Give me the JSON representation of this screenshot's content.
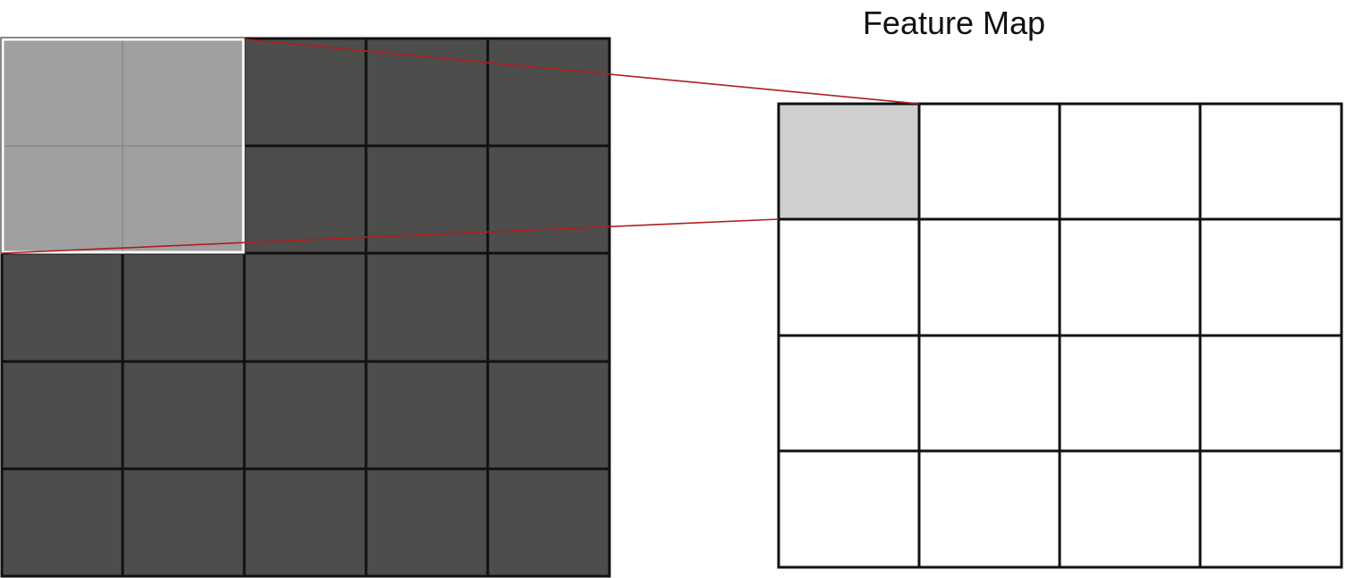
{
  "feature_map": {
    "title": "Feature Map",
    "rows": 4,
    "cols": 4,
    "highlight": {
      "row": 0,
      "col": 0
    }
  },
  "input_grid": {
    "rows": 5,
    "cols": 5,
    "window": {
      "row": 0,
      "col": 0,
      "size": 2
    }
  },
  "colors": {
    "input_cell": "#4d4d4b",
    "window_cell": "#a0a0a0",
    "window_gridline": "#8e8e8e",
    "window_border": "#ffffff",
    "grid_line": "#111111",
    "feature_cell": "#ffffff",
    "feature_highlight": "#cfd0ce",
    "connector": "#b01e1e"
  }
}
